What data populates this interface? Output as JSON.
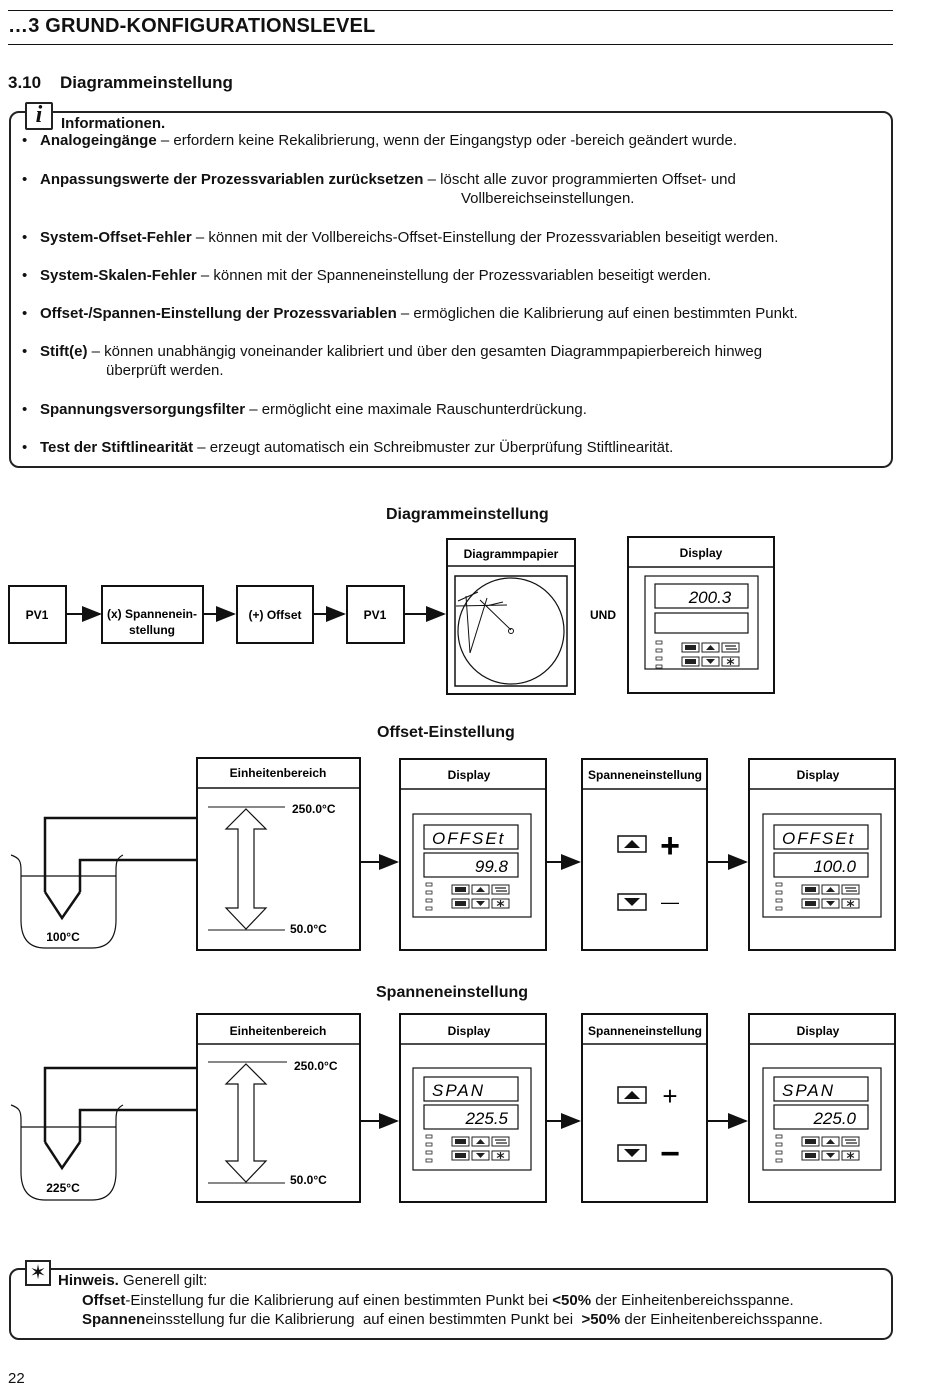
{
  "header": {
    "chapter": "…3   GRUND-KONFIGURATIONSLEVEL",
    "section_number": "3.10",
    "section_title": "Diagrammeinstellung"
  },
  "info": {
    "icon": "info-icon",
    "title": "Informationen.",
    "items": [
      {
        "bold": "Analogeingänge",
        "text": " – erfordern keine Rekalibrierung, wenn der Eingangstyp oder -bereich geändert wurde.",
        "text2": ""
      },
      {
        "bold": "Anpassungswerte der Prozessvariablen zurücksetzen",
        "text": " – löscht alle zuvor programmierten Offset- und",
        "text2": "Vollbereichseinstellungen."
      },
      {
        "bold": "System-Offset-Fehler",
        "text": " – können mit der Vollbereichs-Offset-Einstellung der Prozessvariablen beseitigt werden.",
        "text2": ""
      },
      {
        "bold": "System-Skalen-Fehler",
        "text": " – können mit der Spanneneinstellung der Prozessvariablen beseitigt werden.",
        "text2": ""
      },
      {
        "bold": "Offset-/Spannen-Einstellung der Prozessvariablen",
        "text": " – ermöglichen die Kalibrierung auf einen bestimmten Punkt.",
        "text2": ""
      },
      {
        "bold": "Stift(e)",
        "text": " – können unabhängig voneinander kalibriert und über den gesamten Diagrammpapierbereich hinweg",
        "text2": "überprüft werden."
      },
      {
        "bold": "Spannungsversorgungsfilter",
        "text": " – ermöglicht eine maximale Rauschunterdrückung.",
        "text2": ""
      },
      {
        "bold": "Test der Stiftlinearität",
        "text": " – erzeugt automatisch ein Schreibmuster zur Überprüfung Stiftlinearität.",
        "text2": ""
      }
    ]
  },
  "diagram1": {
    "title": "Diagrammeinstellung",
    "blocks": [
      "PV1",
      "(x) Spannenein-",
      "stellung",
      "(+) Offset",
      "PV1"
    ],
    "paper_label": "Diagrammpapier",
    "und": "UND",
    "display_label": "Display",
    "display_value": "200.3"
  },
  "diagram2": {
    "title": "Offset-Einstellung",
    "range_label": "Einheitenbereich",
    "range_high": "250.0°C",
    "range_low": "50.0°C",
    "temp": "100°C",
    "display_label": "Display",
    "adjust_label": "Spanneneinstellung",
    "display_before": {
      "line1": "OFFSEt",
      "line2": "99.8"
    },
    "display_after": {
      "line1": "OFFSEt",
      "line2": "100.0"
    },
    "plus": "+",
    "minus": "—"
  },
  "diagram3": {
    "title": "Spanneneinstellung",
    "range_label": "Einheitenbereich",
    "range_high": "250.0°C",
    "range_low": "50.0°C",
    "temp": "225°C",
    "display_label": "Display",
    "adjust_label": "Spanneneinstellung",
    "display_before": {
      "line1": "SPAN",
      "line2": "225.5"
    },
    "display_after": {
      "line1": "SPAN",
      "line2": "225.0"
    },
    "plus": "+",
    "minus": "−"
  },
  "note": {
    "icon": "asterisk-icon",
    "title": "Hinweis.",
    "intro": "Generell gilt:",
    "line1_bold": "Offset",
    "line1_text": "-Einstellung fur die Kalibrierung auf einen bestimmten Punkt bei ",
    "line1_bold2": "<50%",
    "line1_text2": " der Einheitenbereichsspanne.",
    "line2_bold": "Spannen",
    "line2_text": "einsstellung fur die Kalibrierung  auf einen bestimmten Punkt bei  ",
    "line2_bold2": ">50%",
    "line2_text2": " der Einheitenbereichsspanne."
  },
  "page_number": "22"
}
